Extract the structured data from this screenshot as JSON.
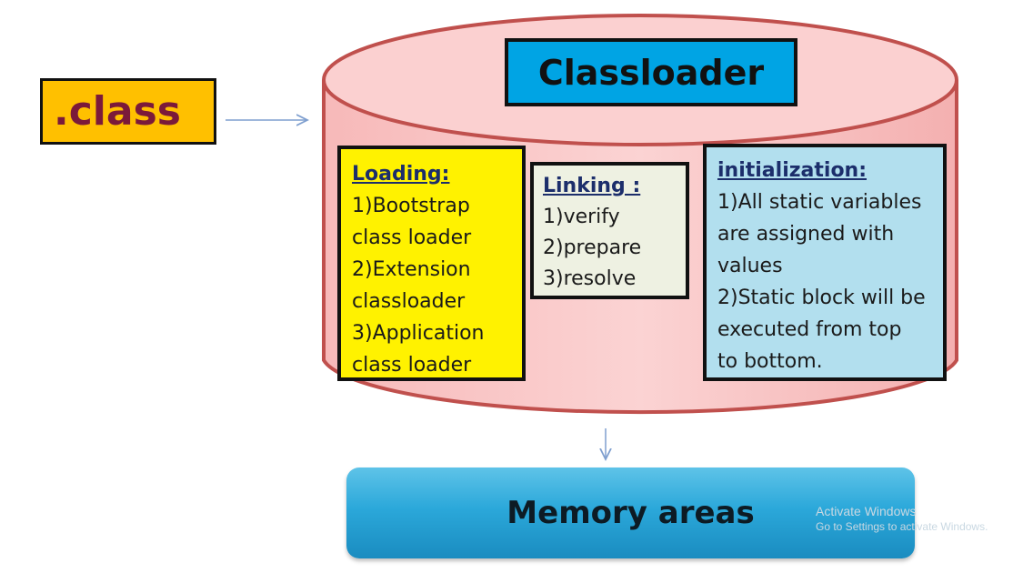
{
  "source_box": {
    "label": ".class"
  },
  "classloader": {
    "title": "Classloader"
  },
  "loading": {
    "heading": "Loading:",
    "lines": [
      "1)Bootstrap",
      "class loader",
      "2)Extension",
      "classloader",
      "3)Application",
      "class loader"
    ]
  },
  "linking": {
    "heading": "Linking :",
    "lines": [
      "1)verify",
      "2)prepare",
      "3)resolve"
    ]
  },
  "initialization": {
    "heading": "initialization:",
    "lines": [
      "1)All static variables",
      "are assigned with",
      "values",
      "2)Static block will be",
      "executed from top",
      "to bottom."
    ]
  },
  "target_box": {
    "label": "Memory areas"
  },
  "watermark": {
    "line1": "Activate Windows",
    "line2": "Go to Settings to activate Windows."
  },
  "colors": {
    "class_box": "#ffc000",
    "classloader_title": "#00a4e4",
    "cylinder": "#f9c8c8",
    "cylinder_border": "#c0504d",
    "loading": "#fff200",
    "linking": "#eef1e2",
    "initialization": "#b2dfee",
    "memory": "#2ba8da",
    "arrow": "#7f9fcf"
  }
}
